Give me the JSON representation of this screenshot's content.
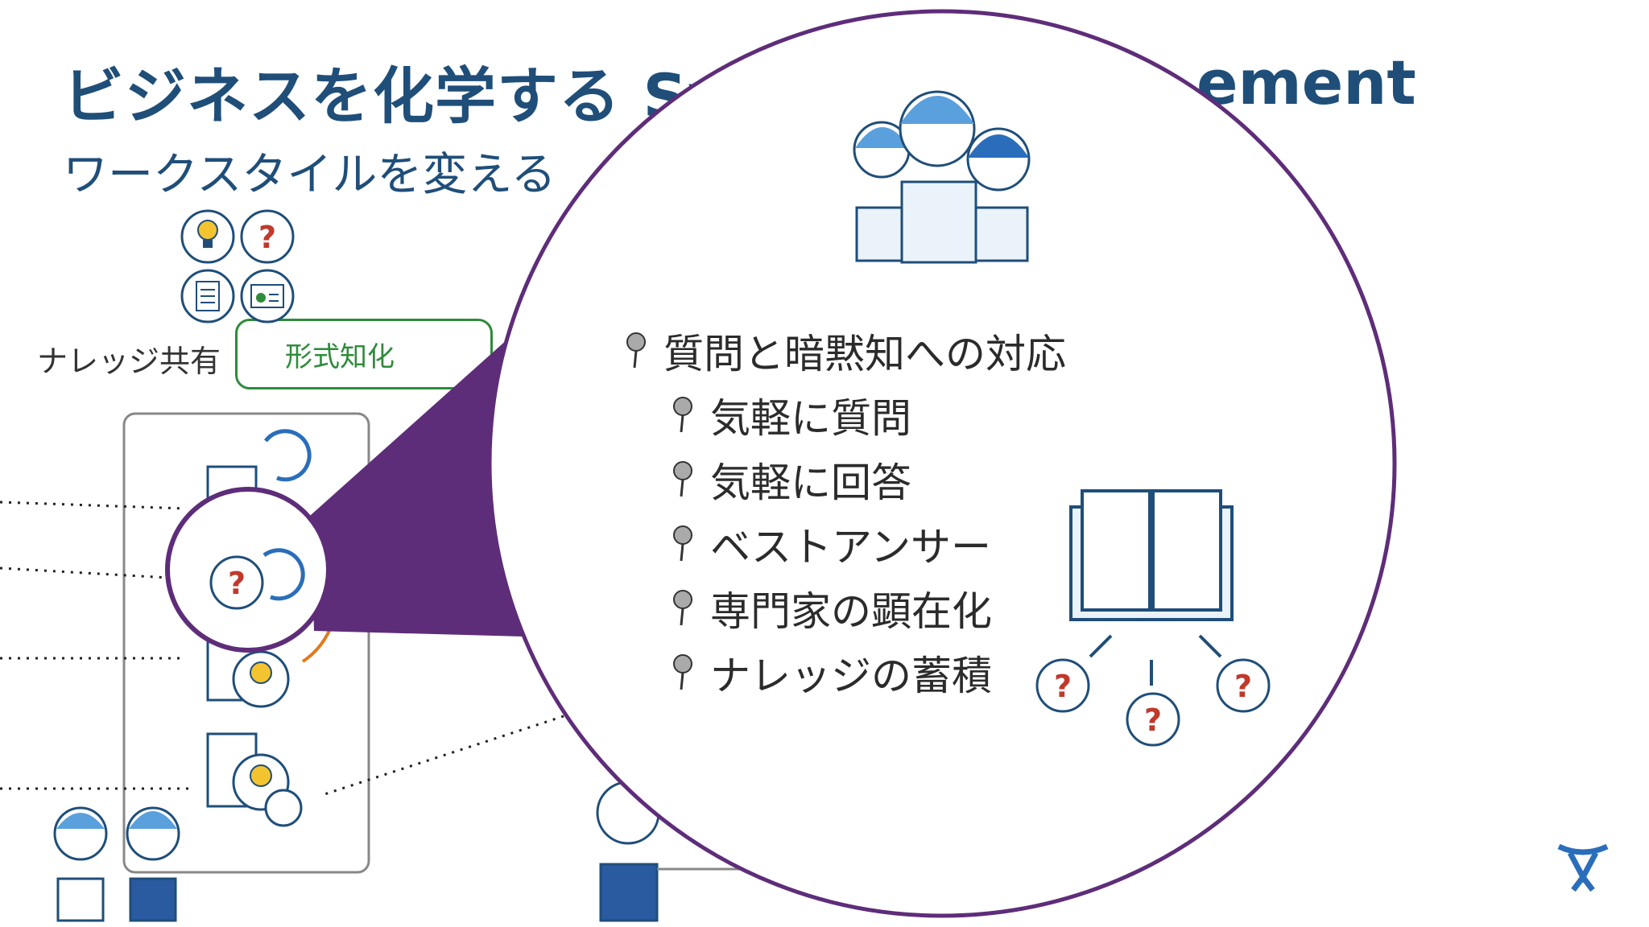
{
  "slide": {
    "title_left": "ビジネスを化学する Sy",
    "title_right": "ement",
    "subtitle": "ワークスタイルを変える",
    "knowledge_label": "ナレッジ共有",
    "formal_knowledge": "形式知化"
  },
  "zoom": {
    "bullets": [
      {
        "text": "質問と暗黙知への対応",
        "level": 1
      },
      {
        "text": "気軽に質問",
        "level": 2
      },
      {
        "text": "気軽に回答",
        "level": 2
      },
      {
        "text": "ベストアンサー",
        "level": 2
      },
      {
        "text": "専門家の顕在化",
        "level": 2
      },
      {
        "text": "ナレッジの蓄積",
        "level": 2
      }
    ],
    "question_mark": "?"
  },
  "colors": {
    "title": "#1f4e79",
    "zoom_purple": "#5e2d79",
    "green": "#2e8b3a",
    "question_red": "#c0392b",
    "icon_blue": "#2a6ebb",
    "orange": "#e07a1f"
  },
  "icons": [
    "lightbulb-icon",
    "question-icon",
    "document-icon",
    "dashboard-icon",
    "people-icon",
    "open-book-icon",
    "pushpin-icon",
    "atlassian-logo"
  ]
}
